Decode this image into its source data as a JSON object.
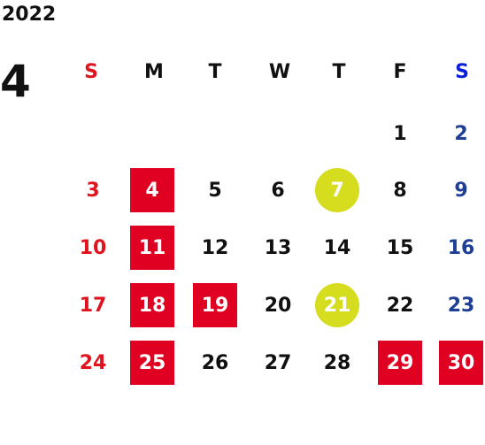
{
  "calendar": {
    "year": "2022",
    "month": "4",
    "weekdays": [
      "S",
      "M",
      "T",
      "W",
      "T",
      "F",
      "S"
    ],
    "days": [
      {
        "label": "1",
        "style": "black-text"
      },
      {
        "label": "2",
        "style": "blue-text"
      },
      {
        "label": "3",
        "style": "red-text"
      },
      {
        "label": "4",
        "style": "holiday-box"
      },
      {
        "label": "5",
        "style": "black-text"
      },
      {
        "label": "6",
        "style": "black-text"
      },
      {
        "label": "7",
        "style": "event-circle"
      },
      {
        "label": "8",
        "style": "black-text"
      },
      {
        "label": "9",
        "style": "blue-text"
      },
      {
        "label": "10",
        "style": "red-text"
      },
      {
        "label": "11",
        "style": "holiday-box"
      },
      {
        "label": "12",
        "style": "black-text"
      },
      {
        "label": "13",
        "style": "black-text"
      },
      {
        "label": "14",
        "style": "black-text"
      },
      {
        "label": "15",
        "style": "black-text"
      },
      {
        "label": "16",
        "style": "blue-text"
      },
      {
        "label": "17",
        "style": "red-text"
      },
      {
        "label": "18",
        "style": "holiday-box"
      },
      {
        "label": "19",
        "style": "holiday-box"
      },
      {
        "label": "20",
        "style": "black-text"
      },
      {
        "label": "21",
        "style": "event-circle"
      },
      {
        "label": "22",
        "style": "black-text"
      },
      {
        "label": "23",
        "style": "blue-text"
      },
      {
        "label": "24",
        "style": "red-text"
      },
      {
        "label": "25",
        "style": "holiday-box"
      },
      {
        "label": "26",
        "style": "black-text"
      },
      {
        "label": "27",
        "style": "black-text"
      },
      {
        "label": "28",
        "style": "black-text"
      },
      {
        "label": "29",
        "style": "holiday-box"
      },
      {
        "label": "30",
        "style": "holiday-box"
      }
    ]
  },
  "colors": {
    "holiday_box": "#e00022",
    "event_circle": "#d6dc1e",
    "sunday_text": "#e0141e",
    "saturday_text": "#1f3f96",
    "saturday_header": "#0a1fd6"
  }
}
